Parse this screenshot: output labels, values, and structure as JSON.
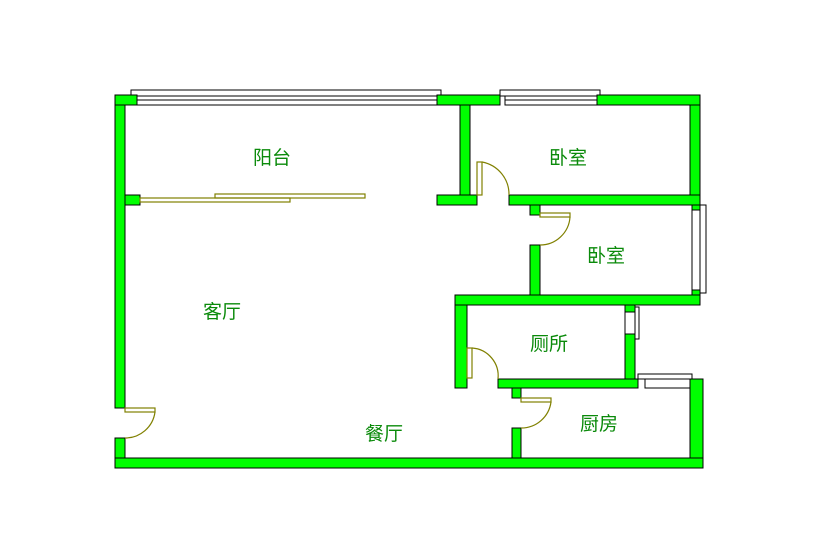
{
  "rooms": {
    "balcony": "阳台",
    "bedroom1": "卧室",
    "bedroom2": "卧室",
    "living_room": "客厅",
    "toilet": "厕所",
    "dining_room": "餐厅",
    "kitchen": "厨房"
  },
  "colors": {
    "wall": "#00ff00",
    "door": "#808000",
    "label": "#0a8a0a"
  }
}
